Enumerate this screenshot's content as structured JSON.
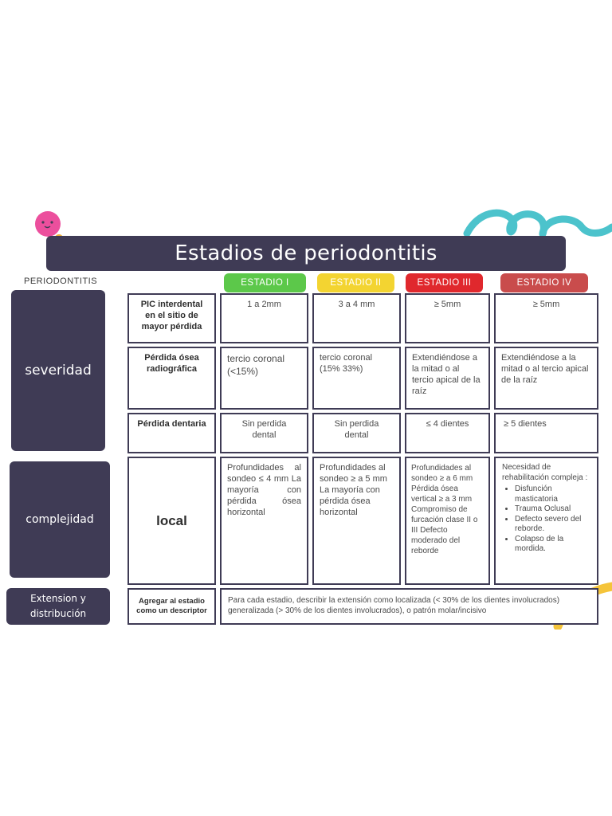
{
  "title": "Estadios de periodontitis",
  "top_label": "PERIODONTITIS",
  "stages": [
    {
      "label": "ESTADIO I",
      "color": "#5cc84a"
    },
    {
      "label": "ESTADIO II",
      "color": "#f3d431"
    },
    {
      "label": "ESTADIO III",
      "color": "#e0282d"
    },
    {
      "label": "ESTADIO IV",
      "color": "#c94c4c"
    }
  ],
  "sides": {
    "severidad": "severidad",
    "complejidad": "complejidad",
    "extension": "Extension y distribución"
  },
  "rows": {
    "pic": {
      "header": "PIC interdental en el sitio de mayor pérdida",
      "values": [
        "1 a 2mm",
        "3 a 4 mm",
        "≥ 5mm",
        "≥ 5mm"
      ]
    },
    "osea": {
      "header": "Pérdida ósea radiográfica",
      "values": [
        "tercio coronal (<15%)",
        "tercio coronal (15% 33%)",
        "Extendiéndose a la mitad o al tercio apical de la raíz",
        "Extendiéndose a la mitad o al tercio apical de la raíz"
      ]
    },
    "dentaria": {
      "header": "Pérdida dentaria",
      "values": [
        "Sin perdida dental",
        "Sin perdida dental",
        "≤ 4 dientes",
        "≥ 5 dientes"
      ]
    },
    "complejidad": {
      "header": "local",
      "values": [
        "Profundidades al sondeo ≤ 4 mm La mayoría con pérdida ósea horizontal",
        "Profundidades al sondeo ≥ a 5 mm La mayoría con pérdida ósea horizontal",
        "Profundidades al sondeo ≥ a 6 mm Pérdida ósea vertical ≥ a 3 mm Compromiso de furcación clase II o III Defecto moderado del reborde"
      ],
      "stage4_intro": "Necesidad de rehabilitación compleja :",
      "stage4_items": [
        "Disfunción masticatoria",
        "Trauma Oclusal",
        "Defecto severo del reborde.",
        "Colapso de la mordida."
      ]
    },
    "extension": {
      "header": "Agregar al estadio como un descriptor",
      "text": "Para cada estadio, describir la extensión como localizada (< 30% de los dientes involucrados) generalizada (> 30% de los dientes involucrados), o patrón molar/incisivo"
    }
  }
}
